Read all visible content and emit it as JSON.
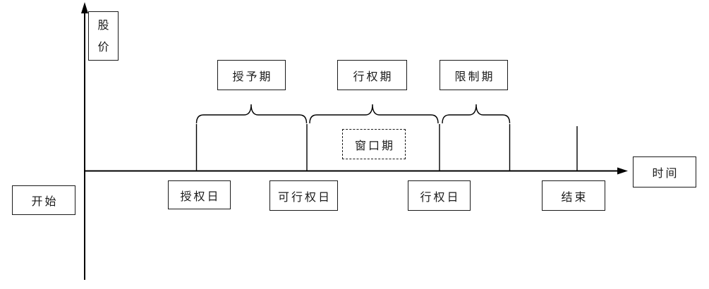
{
  "diagram": {
    "y_axis_label": "股价",
    "x_axis_label": "时间",
    "period_labels": {
      "vesting": "授予期",
      "exercise": "行权期",
      "restriction": "限制期",
      "window": "窗口期"
    },
    "timeline_labels": {
      "start": "开始",
      "grant_date": "授权日",
      "exercisable_date": "可行权日",
      "exercise_date": "行权日",
      "end": "结束"
    },
    "colors": {
      "line": "#000000",
      "background": "#ffffff"
    }
  }
}
